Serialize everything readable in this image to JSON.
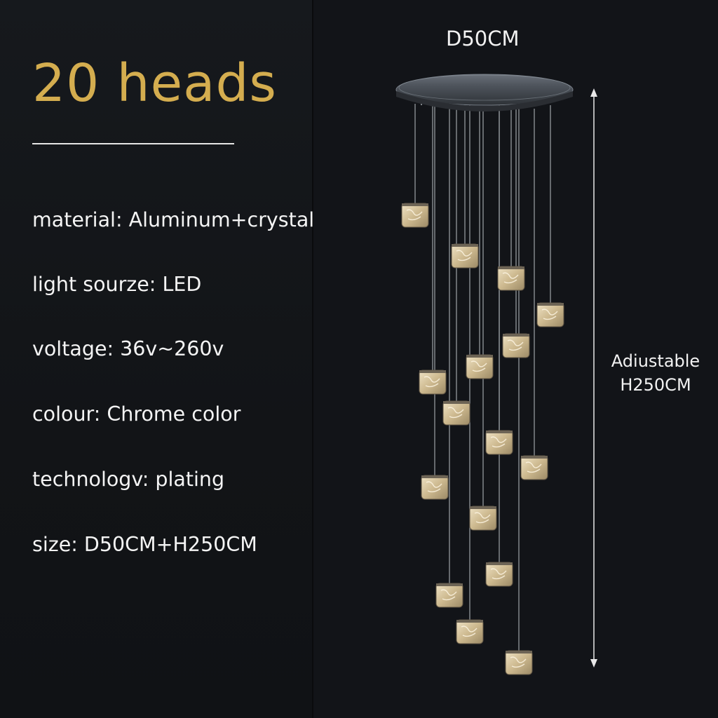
{
  "headline": "20 heads",
  "specs": [
    "material: Aluminum+crystal",
    "light sourze: LED",
    "voltage: 36v~260v",
    "colour: Chrome color",
    "technologv: plating",
    "size: D50CM+H250CM"
  ],
  "dimensions": {
    "diameter": "D50CM",
    "height_line1": "Adiustable",
    "height_line2": "H250CM"
  },
  "colors": {
    "background": "#121418",
    "headline": "#d4ad4f",
    "text": "#f4f4f4",
    "canopy": "#4a5058",
    "crystal": "#d7c8a8"
  }
}
